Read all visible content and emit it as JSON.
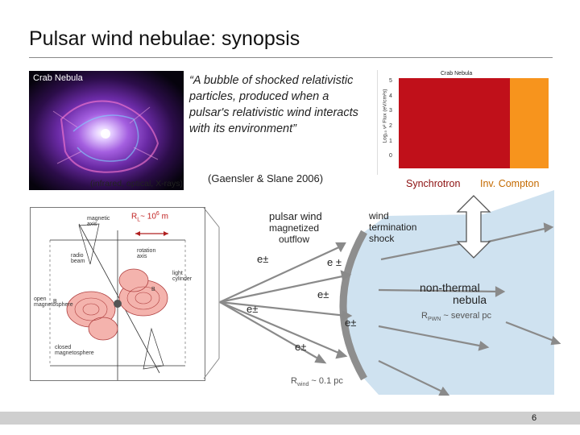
{
  "title": "Pulsar wind nebulae: synopsis",
  "photo": {
    "label": "Crab Nebula",
    "caption": "(infrared, optical, X-rays)"
  },
  "quote": "“A bubble of shocked relativistic particles, produced when a pulsar's relativistic wind interacts with its environment”",
  "citation": "(Gaensler & Slane 2006)",
  "sed_plot": {
    "title": "Crab Nebula",
    "ylabel": "Log₁₀ ν² Flux (eV/cm²s)",
    "yticks": [
      "5",
      "4",
      "3",
      "2",
      "1",
      "0"
    ],
    "synchrotron_color": "#c0101a",
    "ic_color": "#f7941d",
    "synchrotron_label": "Synchrotron",
    "ic_label": "Inv. Compton"
  },
  "pulsar_diagram": {
    "rl_label": "R",
    "rl_sub": "L",
    "rl_value": "~ 10",
    "rl_exp": "6",
    "rl_unit": " m",
    "labels": {
      "magnetic_axis": "magnetic\naxis",
      "rotation_axis": "rotation\naxis",
      "radio_beam": "radio\nbeam",
      "light_cylinder": "light\ncylinder",
      "open_magnetosphere": "open\nmagnetosphere",
      "closed_magnetosphere": "closed\nmagnetosphere",
      "B": "B",
      "B2": "B"
    }
  },
  "nebula": {
    "pulsar_wind": "pulsar wind",
    "magnetized": "magnetized",
    "outflow": "outflow",
    "termination_l1": "wind",
    "termination_l2": "termination",
    "termination_l3": "shock",
    "non_thermal_l1": "non-thermal",
    "non_thermal_l2": "nebula",
    "rpwn": "R",
    "rpwn_sub": "PWN",
    "rpwn_value": " ~ several pc",
    "rwind": "R",
    "rwind_sub": "wind",
    "rwind_value": " ~ 0.1 pc",
    "eplus": "e±",
    "eplus_spaced": "e ±",
    "nebula_color": "#cfe2f0",
    "shock_color": "#8e8e8e"
  },
  "page_number": "6"
}
